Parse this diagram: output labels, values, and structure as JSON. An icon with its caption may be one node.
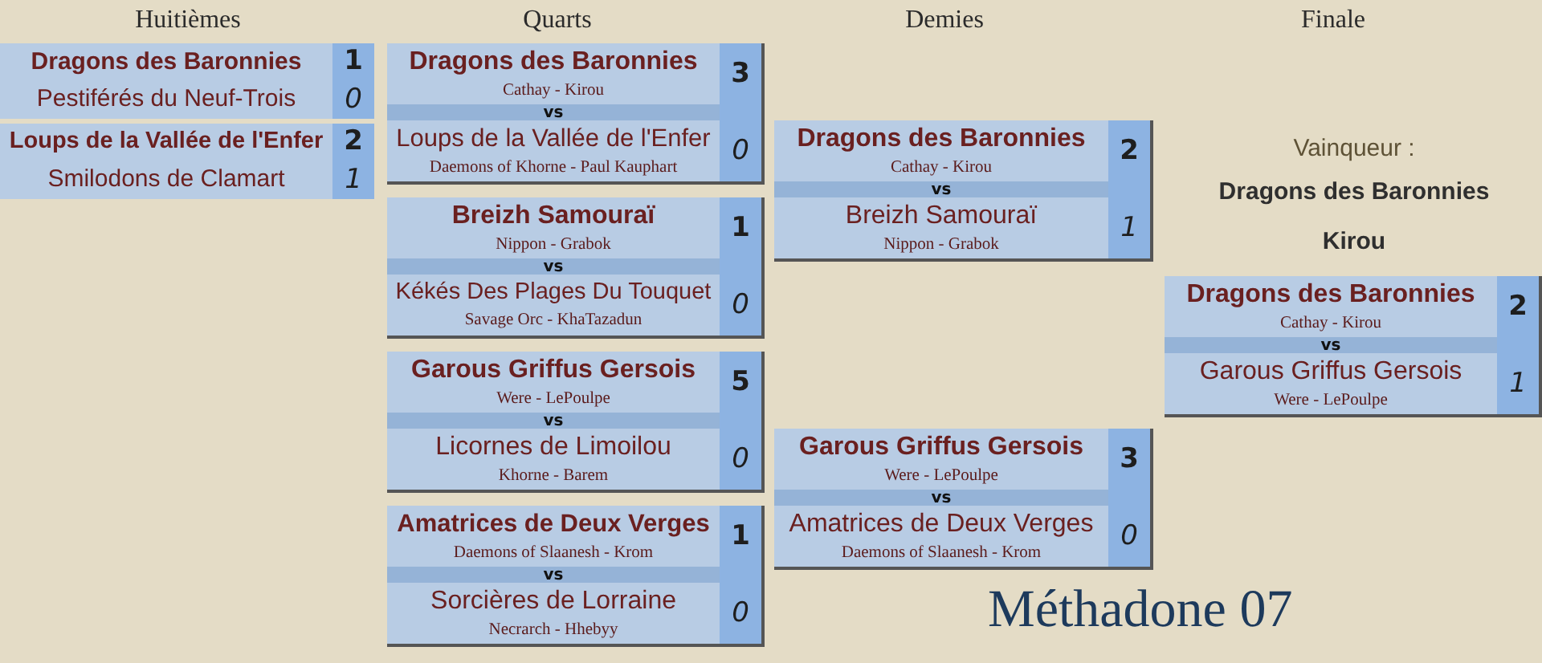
{
  "diagram": {
    "title": "Méthadone 07",
    "nodes": [
      {
        "text": [],
        "shape": "box"
      },
      {
        "text": [
          "Dragons des Baronnies",
          "1"
        ],
        "in": 0
      },
      {
        "text": [
          "Pestiférés du Neuf-Trois",
          "0"
        ],
        "in": 0
      },
      {
        "text": [],
        "shape": "box"
      },
      {
        "text": [
          "Loups de la Vallée de l'Enfer",
          "2"
        ],
        "in": 3
      },
      {
        "text": [
          "Smilodons de Clamart",
          "1"
        ],
        "in": 3
      },
      {
        "text": [
          "vs"
        ]
      },
      {
        "text": [
          "Dragons des Baronnies",
          "Cathay - Kirou",
          "3"
        ],
        "in": 6
      },
      {
        "text": [
          "Loups de la Vallée de l'Enfer",
          "Daemons of Khorne - Paul Kauphart",
          "0"
        ],
        "in": 6
      },
      {
        "text": [
          "vs"
        ]
      },
      {
        "text": [
          "Breizh Samouraï",
          "Nippon - Grabok",
          "1"
        ],
        "in": 9
      },
      {
        "text": [
          "Kékés Des Plages Du Touquet",
          "Savage Orc - KhaTazadun",
          "0"
        ],
        "in": 9
      },
      {
        "text": [
          "vs"
        ]
      },
      {
        "text": [
          "Garous Griffus Gersois",
          "Were - LePoulpe",
          "5"
        ],
        "in": 12
      },
      {
        "text": [
          "Licornes de Limoilou",
          "Khorne - Barem",
          "0"
        ],
        "in": 12
      },
      {
        "text": [
          "vs"
        ]
      },
      {
        "text": [
          "Amatrices de Deux Verges",
          "Daemons of Slaanesh - Krom",
          "1"
        ],
        "in": 15
      },
      {
        "text": [
          "Sorcières de Lorraine",
          "Necrarch - Hhebyy",
          "0"
        ],
        "in": 15
      },
      {
        "text": [
          "vs"
        ]
      },
      {
        "text": [
          "Dragons des Baronnies",
          "Cathay - Kirou",
          "2"
        ],
        "in": 18
      },
      {
        "text": [
          "Breizh Samouraï",
          "Nippon - Grabok",
          "1"
        ],
        "in": 18
      },
      {
        "text": [
          "vs"
        ]
      },
      {
        "text": [
          "Garous Griffus Gersois",
          "Were - LePoulpe",
          "3"
        ],
        "in": 21
      },
      {
        "text": [
          "Amatrices de Deux Verges",
          "Daemons of Slaanesh - Krom",
          "0"
        ],
        "in": 21
      },
      {
        "text": [
          "vs"
        ]
      },
      {
        "text": [
          "Dragons des Baronnies",
          "Cathay - Kirou",
          "2"
        ],
        "in": 24
      },
      {
        "text": [
          "Garous Griffus Gersois",
          "Were - LePoulpe",
          "1"
        ],
        "in": 24
      }
    ],
    "labels": [
      "Huitièmes",
      "Quarts",
      "Demies",
      "Finale",
      "Vainqueur :",
      "Dragons des Baronnies",
      "Kirou"
    ]
  }
}
